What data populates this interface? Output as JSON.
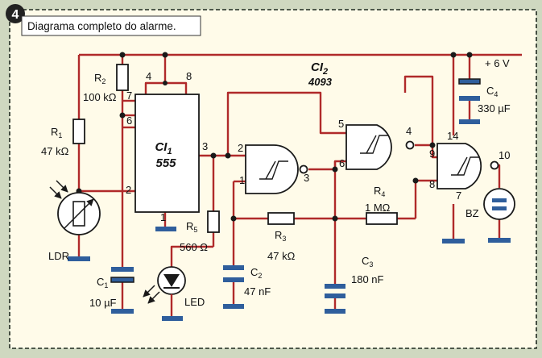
{
  "figure": {
    "number": "4",
    "caption": "Diagrama completo do alarme."
  },
  "supply": {
    "label": "+ 6 V"
  },
  "ic1": {
    "name": "CI",
    "sub": "1",
    "part": "555",
    "pins": {
      "p4": "4",
      "p8": "8",
      "p7": "7",
      "p6": "6",
      "p2": "2",
      "p3": "3",
      "p1": "1"
    }
  },
  "ic2": {
    "name": "CI",
    "sub": "2",
    "part": "4093",
    "pins": {
      "g1_in_a": "2",
      "g1_in_b": "1",
      "g1_out": "3",
      "g2_in_a": "5",
      "g2_in_b": "6",
      "g2_out": "4",
      "g3_in_a": "9",
      "g3_in_b": "8",
      "g3_out": "10",
      "vdd": "14",
      "gnd": "7"
    }
  },
  "components": {
    "r1": {
      "name": "R",
      "sub": "1",
      "value": "47 kΩ"
    },
    "r2": {
      "name": "R",
      "sub": "2",
      "value": "100 kΩ"
    },
    "r3": {
      "name": "R",
      "sub": "3",
      "value": "47 kΩ"
    },
    "r4": {
      "name": "R",
      "sub": "4",
      "value": "1 MΩ"
    },
    "r5": {
      "name": "R",
      "sub": "5",
      "value": "560 Ω"
    },
    "c1": {
      "name": "C",
      "sub": "1",
      "value": "10 µF"
    },
    "c2": {
      "name": "C",
      "sub": "2",
      "value": "47 nF"
    },
    "c3": {
      "name": "C",
      "sub": "3",
      "value": "180 nF"
    },
    "c4": {
      "name": "C",
      "sub": "4",
      "value": "330 µF"
    },
    "ldr": {
      "label": "LDR"
    },
    "led": {
      "label": "LED"
    },
    "bz": {
      "label": "BZ"
    }
  },
  "colors": {
    "wire": "#b02a2a",
    "ground": "#2f5e9c",
    "panel": "#fffbe9",
    "frame": "#1f2a20",
    "background": "#cfd8c0"
  }
}
